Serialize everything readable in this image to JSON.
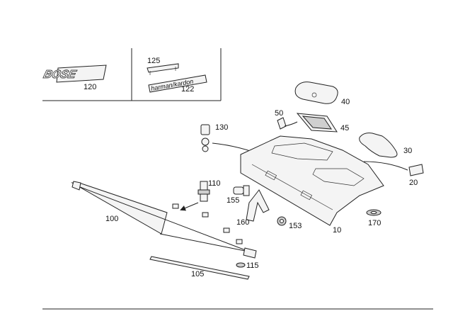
{
  "callouts": {
    "p120": "120",
    "p125": "125",
    "p122": "122",
    "p40": "40",
    "p50": "50",
    "p45": "45",
    "p130": "130",
    "p30": "30",
    "p20": "20",
    "p110": "110",
    "p155": "155",
    "p100": "100",
    "p160": "160",
    "p153": "153",
    "p10": "10",
    "p170": "170",
    "p115": "115",
    "p105": "105"
  },
  "emblems": {
    "bose": "BOSE",
    "harman": "harman/kardon"
  }
}
